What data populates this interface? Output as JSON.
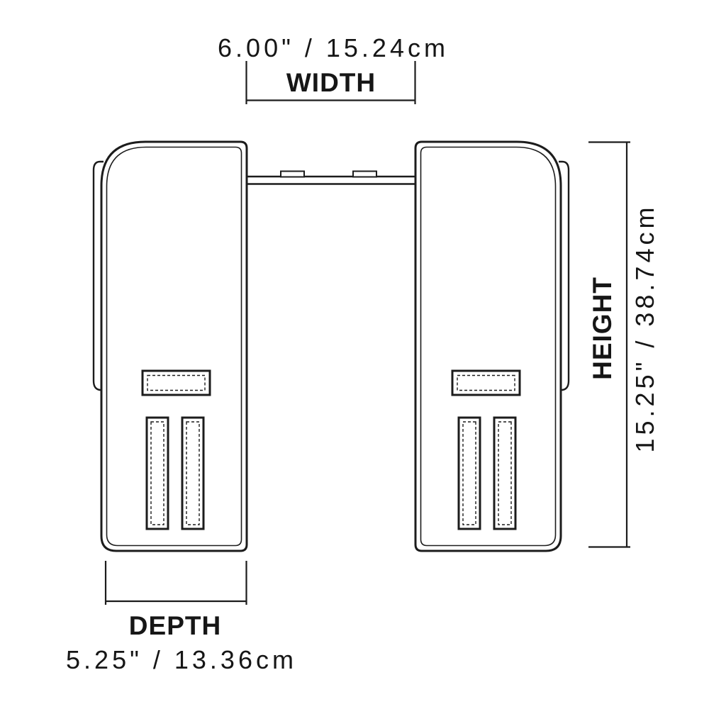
{
  "diagram": {
    "type": "product-dimension-drawing",
    "subject": "dual-pannier saddlebag, front view",
    "line_color": "#1c1c1c",
    "background_color": "#ffffff"
  },
  "dimensions": {
    "width": {
      "label": "WIDTH",
      "value": "6.00\" / 15.24cm"
    },
    "height": {
      "label": "HEIGHT",
      "value": "15.25\" / 38.74cm"
    },
    "depth": {
      "label": "DEPTH",
      "value": "5.25\" / 13.36cm"
    }
  }
}
